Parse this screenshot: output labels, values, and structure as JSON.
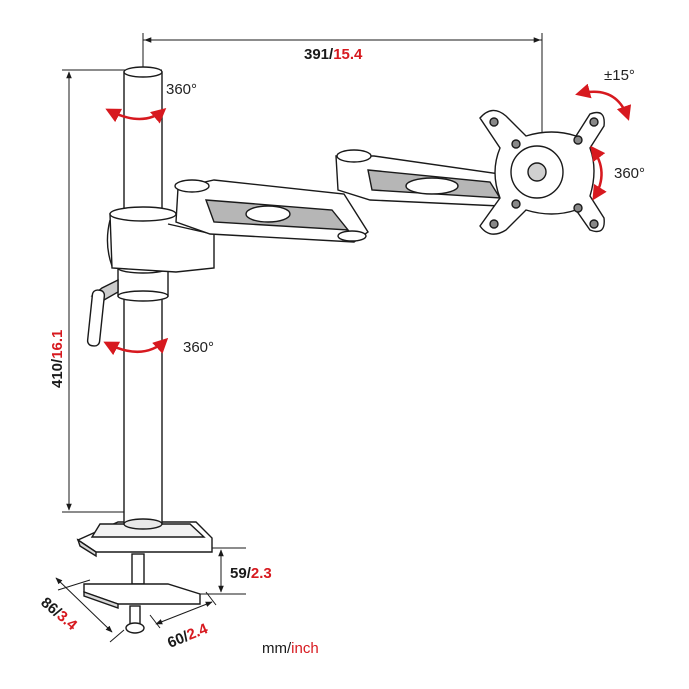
{
  "colors": {
    "line": "#1a1a1a",
    "accent": "#d7191f",
    "fill_light": "#ffffff",
    "fill_grey": "#9a9a9a"
  },
  "dimensions": {
    "arm_reach": {
      "mm": "391",
      "sep": "/",
      "inch": "15.4"
    },
    "pole_height": {
      "mm": "410",
      "sep": "/",
      "inch": "16.1"
    },
    "clamp_opening": {
      "mm": "59",
      "sep": "/",
      "inch": "2.3"
    },
    "clamp_depth": {
      "mm": "86",
      "sep": "/",
      "inch": "3.4"
    },
    "clamp_width": {
      "mm": "60",
      "sep": "/",
      "inch": "2.4"
    }
  },
  "rotations": {
    "pole_top": "360°",
    "pole_collar": "360°",
    "head_tilt": "±15°",
    "head_rotate": "360°"
  },
  "units_legend": {
    "mm": "mm",
    "sep": "/",
    "inch": "inch"
  }
}
